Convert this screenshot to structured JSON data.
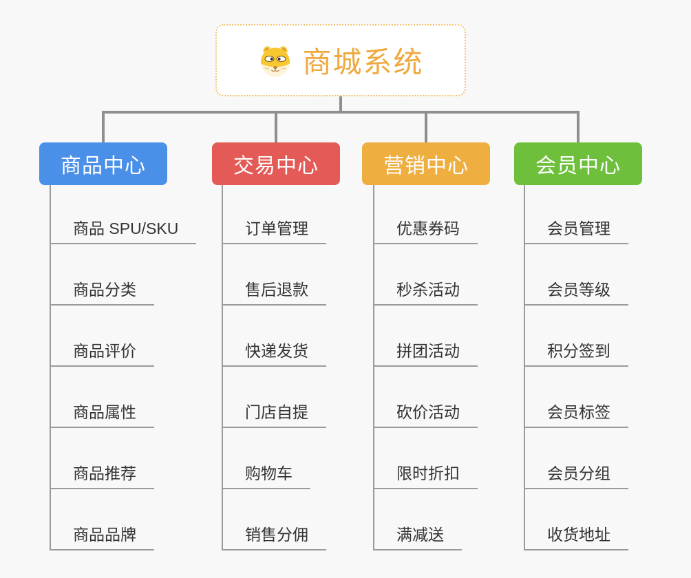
{
  "page": {
    "background_color": "#f8f8f8"
  },
  "connectors": {
    "color": "#8f8f8f",
    "leaf_line_color": "#9a9a9a"
  },
  "root": {
    "title": "商城系统",
    "icon": "dog-face-icon",
    "text_color": "#efa93e",
    "border_color": "#f2c06d",
    "background_color": "#ffffff"
  },
  "branches": [
    {
      "label": "商品中心",
      "color": "#4a8fe8",
      "children": [
        "商品 SPU/SKU",
        "商品分类",
        "商品评价",
        "商品属性",
        "商品推荐",
        "商品品牌"
      ]
    },
    {
      "label": "交易中心",
      "color": "#e45a56",
      "children": [
        "订单管理",
        "售后退款",
        "快递发货",
        "门店自提",
        "购物车",
        "销售分佣"
      ]
    },
    {
      "label": "营销中心",
      "color": "#efae40",
      "children": [
        "优惠券码",
        "秒杀活动",
        "拼团活动",
        "砍价活动",
        "限时折扣",
        "满减送"
      ]
    },
    {
      "label": "会员中心",
      "color": "#6ec03c",
      "children": [
        "会员管理",
        "会员等级",
        "积分签到",
        "会员标签",
        "会员分组",
        "收货地址"
      ]
    }
  ],
  "leaf_text_color": "#333333"
}
